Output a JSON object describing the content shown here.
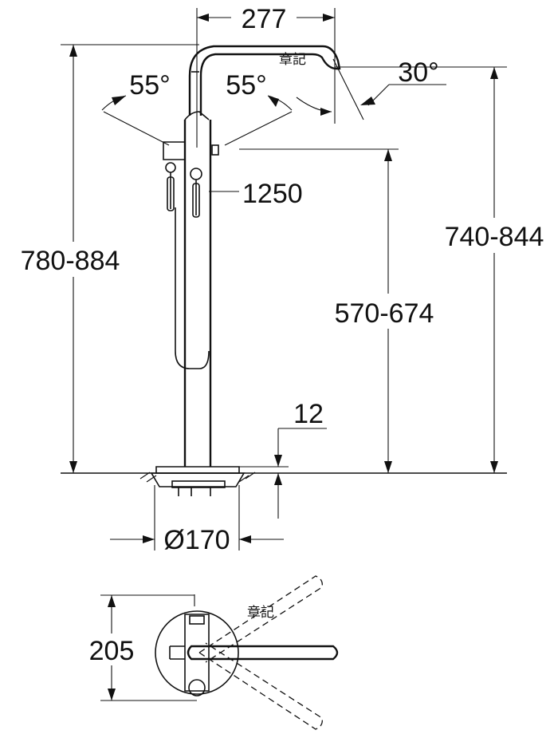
{
  "front_view": {
    "dim_spout_reach": "277",
    "dim_spout_angle": "30°",
    "dim_handle_angle_left": "55°",
    "dim_handle_angle_right": "55°",
    "dim_hose_length": "1250",
    "dim_total_height": "780-884",
    "dim_spout_height": "740-844",
    "dim_handle_height": "570-674",
    "dim_floor_offset": "12",
    "dim_base_diameter": "Ø170",
    "stamp": "章記"
  },
  "top_view": {
    "dim_depth": "205",
    "stamp": "章記"
  }
}
